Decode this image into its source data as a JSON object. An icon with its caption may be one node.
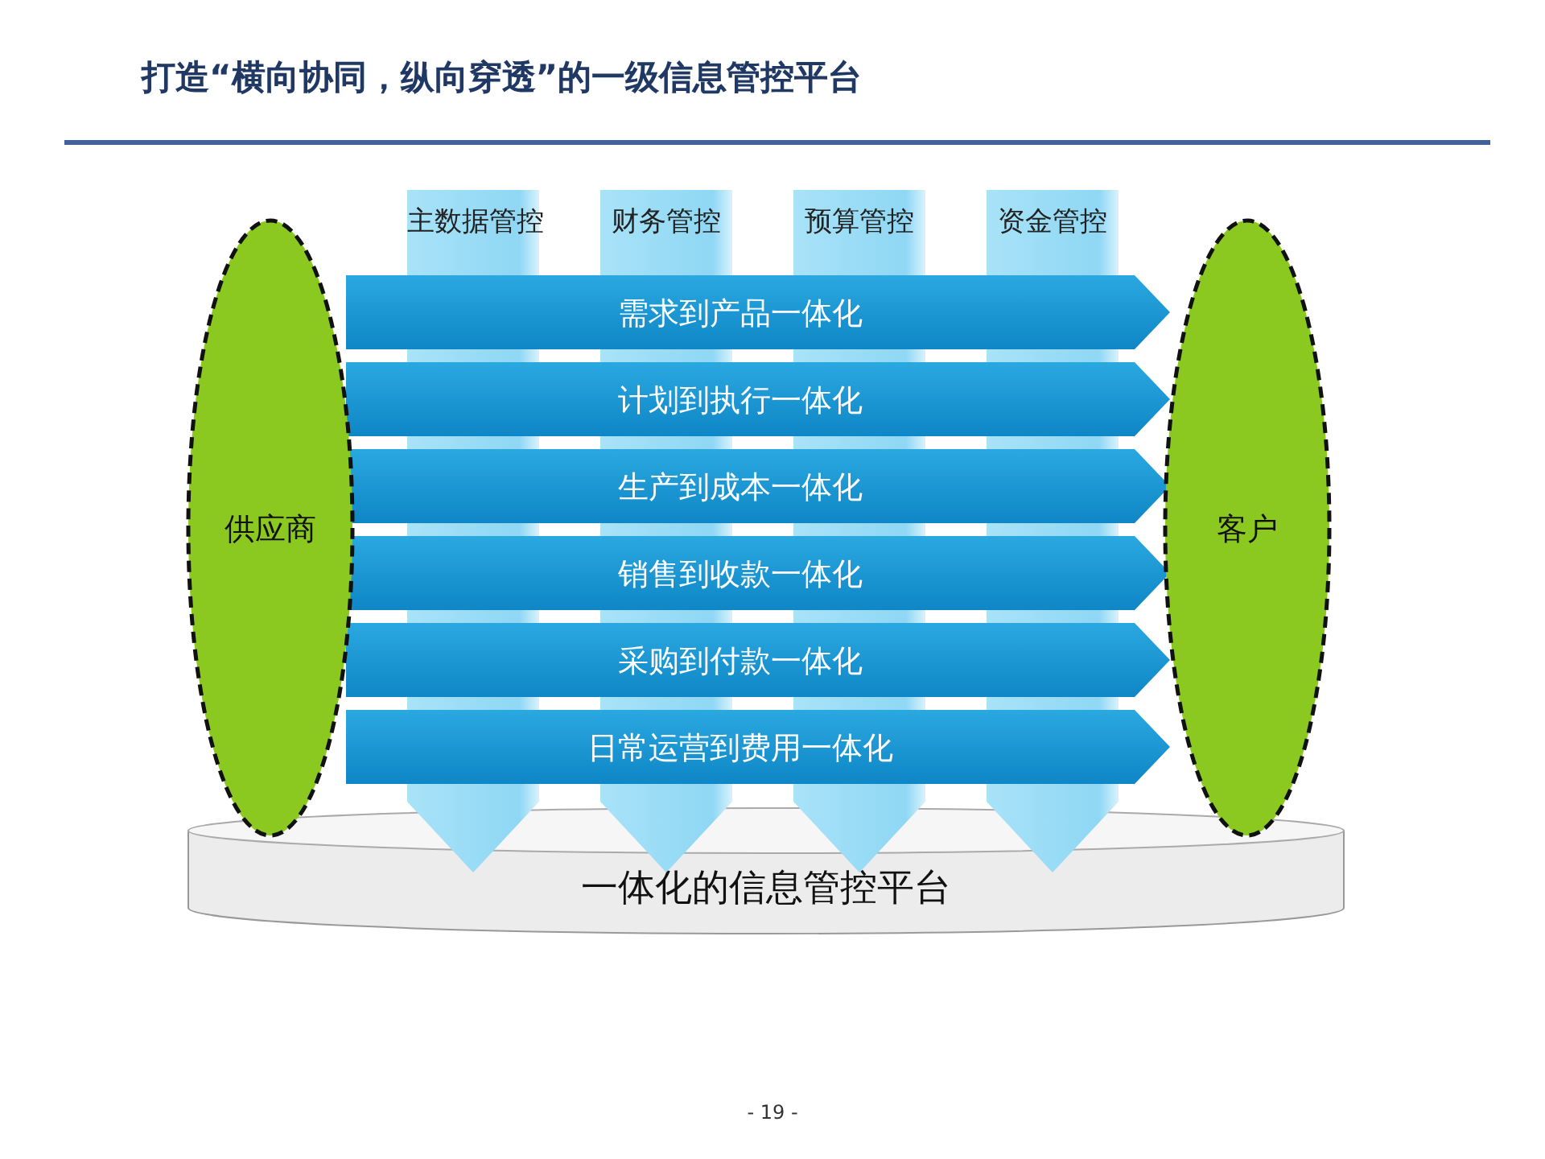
{
  "diagram": {
    "title": "打造“横向协同，纵向穿透”的一级信息管控平台",
    "nodes": [
      {
        "text": [
          "供应商"
        ]
      },
      {
        "text": [
          "客户"
        ]
      },
      {
        "text": [
          "一体化的信息管控平台"
        ]
      },
      {
        "text": [
          "主数据管控"
        ]
      },
      {
        "text": [
          "财务管控"
        ]
      },
      {
        "text": [
          "预算管控"
        ]
      },
      {
        "text": [
          "资金管控"
        ]
      },
      {
        "text": [
          "需求到产品一体化"
        ]
      },
      {
        "text": [
          "计划到执行一体化"
        ]
      },
      {
        "text": [
          "生产到成本一体化"
        ]
      },
      {
        "text": [
          "销售到收款一体化"
        ]
      },
      {
        "text": [
          "采购到付款一体化"
        ]
      },
      {
        "text": [
          "日常运营到费用一体化"
        ]
      }
    ],
    "labels": [
      "- 19 -"
    ]
  }
}
